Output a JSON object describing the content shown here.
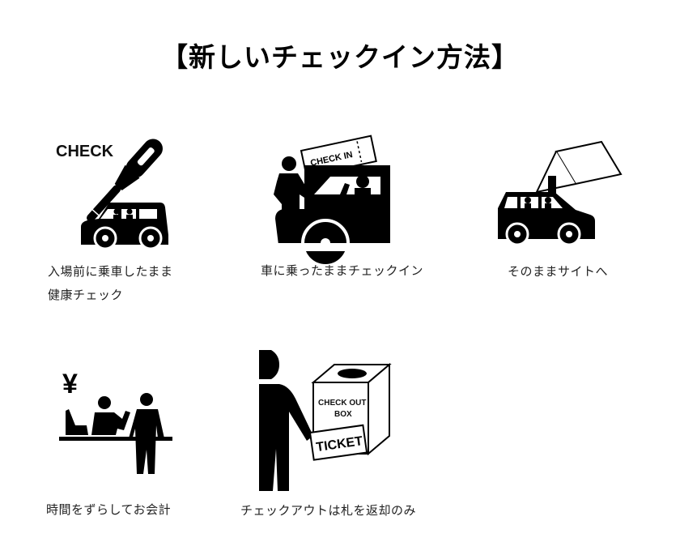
{
  "title": "【新しいチェックイン方法】",
  "steps": [
    {
      "icon": "thermometer-car-icon",
      "icon_label": "CHECK",
      "caption_lines": [
        "入場前に乗車したまま",
        "健康チェック"
      ]
    },
    {
      "icon": "car-checkin-ticket-icon",
      "icon_label": "CHECK IN",
      "caption_lines": [
        "車に乗ったままチェックイン"
      ]
    },
    {
      "icon": "car-tent-icon",
      "caption_lines": [
        "そのままサイトへ"
      ]
    },
    {
      "icon": "cashier-counter-icon",
      "icon_label": "¥",
      "caption_lines": [
        "時間をずらしてお会計"
      ]
    },
    {
      "icon": "checkout-box-icon",
      "icon_label": "CHECK OUT",
      "icon_label_2": "BOX",
      "icon_label_3": "TICKET",
      "caption_lines": [
        "チェックアウトは札を返却のみ"
      ]
    }
  ]
}
